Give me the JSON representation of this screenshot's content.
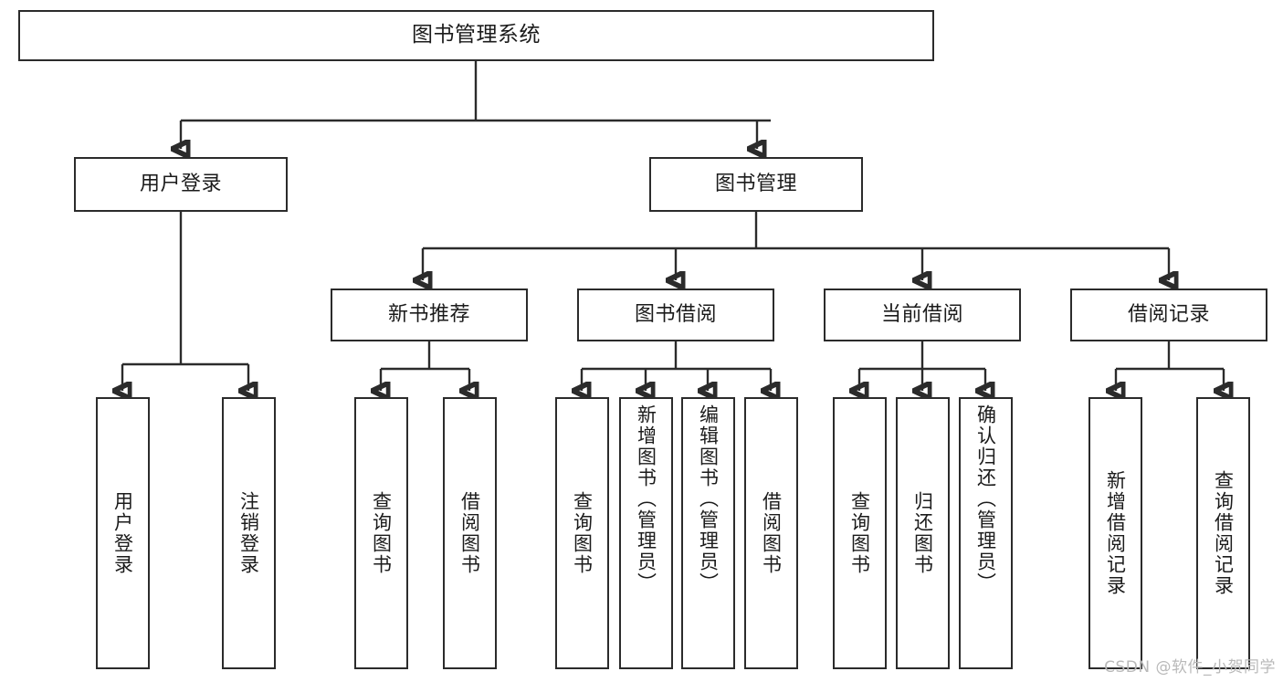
{
  "diagram": {
    "type": "tree-hierarchy",
    "title": "图书管理系统",
    "watermark": "CSDN @软件_小贺同学",
    "colors": {
      "stroke": "#2b2b2b",
      "fill": "#ffffff",
      "text": "#1b1b1b",
      "watermark": "#b9b9b9"
    },
    "levels": {
      "root": {
        "label": "图书管理系统"
      },
      "level2": [
        {
          "id": "user-login",
          "label": "用户登录"
        },
        {
          "id": "book-management",
          "label": "图书管理"
        }
      ],
      "level3": [
        {
          "id": "new-book-recommend",
          "label": "新书推荐",
          "parent": "book-management"
        },
        {
          "id": "book-borrow",
          "label": "图书借阅",
          "parent": "book-management"
        },
        {
          "id": "current-borrow",
          "label": "当前借阅",
          "parent": "book-management"
        },
        {
          "id": "borrow-record",
          "label": "借阅记录",
          "parent": "book-management"
        }
      ],
      "leaves": [
        {
          "id": "leaf-user-login",
          "label": "用户登录",
          "parent": "user-login"
        },
        {
          "id": "leaf-logout",
          "label": "注销登录",
          "parent": "user-login"
        },
        {
          "id": "leaf-query-book-1",
          "label": "查询图书",
          "parent": "new-book-recommend"
        },
        {
          "id": "leaf-borrow-book-1",
          "label": "借阅图书",
          "parent": "new-book-recommend"
        },
        {
          "id": "leaf-query-book-2",
          "label": "查询图书",
          "parent": "book-borrow"
        },
        {
          "id": "leaf-add-book",
          "label": "新增图书（管理员）",
          "parent": "book-borrow"
        },
        {
          "id": "leaf-edit-book",
          "label": "编辑图书（管理员）",
          "parent": "book-borrow"
        },
        {
          "id": "leaf-borrow-book-2",
          "label": "借阅图书",
          "parent": "book-borrow"
        },
        {
          "id": "leaf-query-book-3",
          "label": "查询图书",
          "parent": "current-borrow"
        },
        {
          "id": "leaf-return-book",
          "label": "归还图书",
          "parent": "current-borrow"
        },
        {
          "id": "leaf-confirm-return",
          "label": "确认归还（管理员）",
          "parent": "current-borrow"
        },
        {
          "id": "leaf-add-record",
          "label": "新增借阅记录",
          "parent": "borrow-record"
        },
        {
          "id": "leaf-query-record",
          "label": "查询借阅记录",
          "parent": "borrow-record"
        }
      ]
    }
  }
}
